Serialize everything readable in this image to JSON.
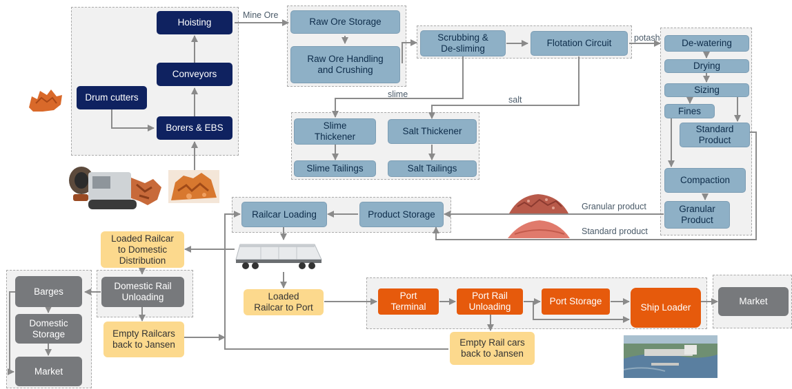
{
  "nodes": {
    "hoisting": "Hoisting",
    "conveyors": "Conveyors",
    "drum_cutters": "Drum cutters",
    "borers": "Borers & EBS",
    "raw_ore_storage": "Raw Ore Storage",
    "raw_ore_handling": "Raw Ore Handling\nand Crushing",
    "scrubbing": "Scrubbing  &\nDe-sliming",
    "flotation": "Flotation Circuit",
    "dewatering": "De-watering",
    "drying": "Drying",
    "sizing": "Sizing",
    "fines": "Fines",
    "standard_product": "Standard\nProduct",
    "compaction": "Compaction",
    "granular_product": "Granular\nProduct",
    "slime_thickener": "Slime\nThickener",
    "salt_thickener": "Salt Thickener",
    "slime_tailings": "Slime Tailings",
    "salt_tailings": "Salt Tailings",
    "railcar_loading": "Railcar Loading",
    "product_storage": "Product Storage",
    "loaded_railcar_domestic": "Loaded Railcar\nto Domestic\nDistribution",
    "domestic_rail_unloading": "Domestic Rail\nUnloading",
    "empty_railcars_back": "Empty Railcars\nback to Jansen",
    "barges": "Barges",
    "domestic_storage": "Domestic\nStorage",
    "market_domestic": "Market",
    "loaded_railcar_port": "Loaded\nRailcar to Port",
    "port_terminal": "Port\nTerminal",
    "port_rail_unloading": "Port Rail\nUnloading",
    "port_storage": "Port Storage",
    "ship_loader": "Ship Loader",
    "market_export": "Market",
    "empty_rail_cars_back": "Empty Rail cars\nback to Jansen"
  },
  "labels": {
    "mine_ore": "Mine Ore",
    "potash": "potash",
    "slime": "slime",
    "salt": "salt",
    "granular_product": "Granular product",
    "standard_product": "Standard product"
  },
  "colors": {
    "navy": "#0f2260",
    "steel_blue": "#8eb0c6",
    "orange": "#e65a0c",
    "peach": "#fcd98d",
    "gray": "#77797c",
    "arrow": "#8a8a8a"
  },
  "images": [
    "ore-chunk-icon",
    "mining-machine-image",
    "ore-pile-image",
    "granular-product-pile-image",
    "standard-product-pile-image",
    "railcar-image",
    "port-aerial-image"
  ]
}
